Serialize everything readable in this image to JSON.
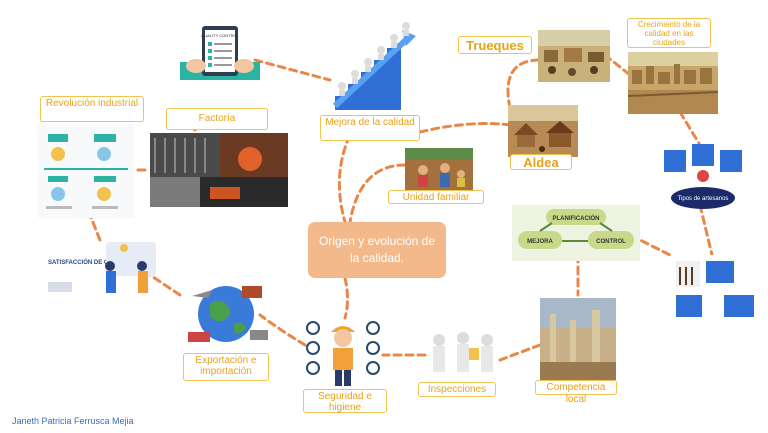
{
  "center": {
    "title": "Origen y evolución de la calidad."
  },
  "nodes": {
    "trueques": "Trueques",
    "crecimiento": "Crecimiento de la calidad en las ciudades",
    "revolucion": "Revolución industrial",
    "factoria": "Factoría",
    "mejora": "Mejora de la calidad",
    "aldea": "Aldea",
    "unidad": "Unidad familiar",
    "exportacion": "Exportación e importación",
    "seguridad": "Seguridad e higiene",
    "inspecciones": "Inspecciones",
    "competencia": "Competencia local"
  },
  "images": {
    "quality_control": "QUALITY CONTROL",
    "satisfaccion": "SATISFACCIÓN DE CLIENTES",
    "planificacion": "PLANIFICACIÓN",
    "mejora": "MEJORA",
    "control": "CONTROL",
    "tipos_artesanos": "Tipos de artesanos"
  },
  "author": "Janeth Patricia Ferrusca Mejia",
  "colors": {
    "link": "#e8874a",
    "label_border": "#f2c14e",
    "label_text": "#e8a21a",
    "center_fill": "#f4b98b",
    "author_text": "#3a6fb5"
  }
}
